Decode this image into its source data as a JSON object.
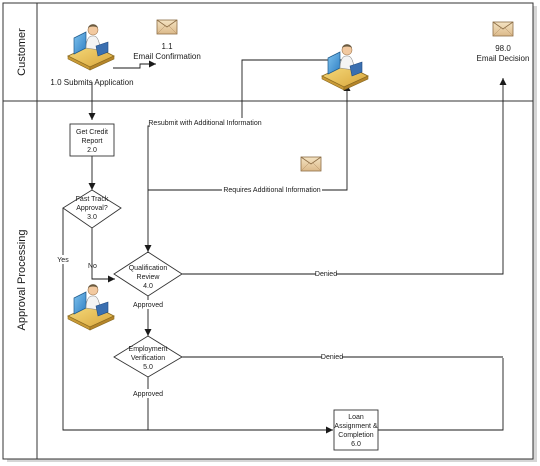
{
  "lanes": {
    "customer": "Customer",
    "approval": "Approval Processing"
  },
  "nodes": {
    "submit": "1.0 Submits Application",
    "email_conf_num": "1.1",
    "email_conf": "Email Confirmation",
    "email_dec_num": "98.0",
    "email_dec": "Email Decision",
    "credit_l1": "Get Credit",
    "credit_l2": "Report",
    "credit_l3": "2.0",
    "fast_l1": "Fast Track",
    "fast_l2": "Approval?",
    "fast_l3": "3.0",
    "qual_l1": "Qualification",
    "qual_l2": "Review",
    "qual_l3": "4.0",
    "emp_l1": "Employment",
    "emp_l2": "Verification",
    "emp_l3": "5.0",
    "loan_l1": "Loan",
    "loan_l2": "Assignment &",
    "loan_l3": "Completion",
    "loan_l4": "6.0"
  },
  "edges": {
    "resubmit": "Resubmit with Additional Information",
    "requires": "Requires Additional Information",
    "yes": "Yes",
    "no": "No",
    "denied1": "Denied",
    "denied2": "Denied",
    "approved1": "Approved",
    "approved2": "Approved"
  }
}
